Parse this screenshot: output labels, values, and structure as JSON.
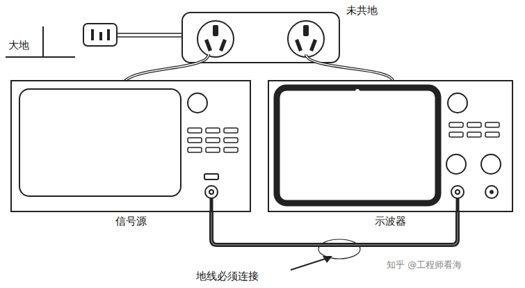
{
  "diagram": {
    "nodes": [
      {
        "text": [
          "信号源"
        ]
      },
      {
        "text": [
          "示波器"
        ]
      }
    ],
    "edges": [
      {
        "from": 0,
        "to": 1,
        "arrow": "none"
      }
    ],
    "labels": [
      "大地",
      "未共地",
      "地线必须连接",
      "知乎 @工程师看海"
    ]
  }
}
